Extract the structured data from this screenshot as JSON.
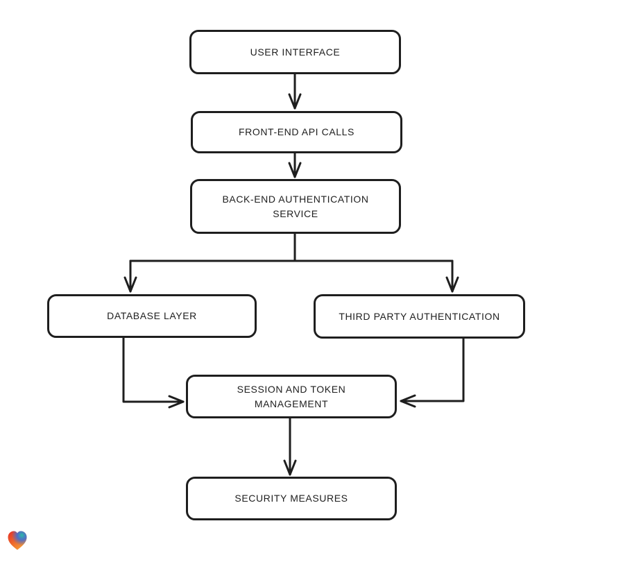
{
  "page": {
    "background_color": "#ffffff"
  },
  "diagram": {
    "type": "flowchart",
    "stroke_color": "#1e1e1e",
    "node_fill_color": "#ffffff",
    "nodes": [
      {
        "id": "user-interface",
        "label": "USER INTERFACE"
      },
      {
        "id": "front-end-api-calls",
        "label": "FRONT-END API CALLS"
      },
      {
        "id": "back-end-authentication-service",
        "label": "BACK-END AUTHENTICATION\nSERVICE"
      },
      {
        "id": "database-layer",
        "label": "DATABASE LAYER"
      },
      {
        "id": "third-party-authentication",
        "label": "THIRD PARTY AUTHENTICATION"
      },
      {
        "id": "session-and-token-management",
        "label": "SESSION AND TOKEN\nMANAGEMENT"
      },
      {
        "id": "security-measures",
        "label": "SECURITY MEASURES"
      }
    ],
    "edges": [
      {
        "from": "user-interface",
        "to": "front-end-api-calls"
      },
      {
        "from": "front-end-api-calls",
        "to": "back-end-authentication-service"
      },
      {
        "from": "back-end-authentication-service",
        "to": "database-layer"
      },
      {
        "from": "back-end-authentication-service",
        "to": "third-party-authentication"
      },
      {
        "from": "database-layer",
        "to": "session-and-token-management"
      },
      {
        "from": "third-party-authentication",
        "to": "session-and-token-management"
      },
      {
        "from": "session-and-token-management",
        "to": "security-measures"
      }
    ]
  },
  "branding": {
    "logo_icon": "heart-icon",
    "logo_colors": {
      "red": "#e63028",
      "orange": "#f6a237",
      "teal": "#2db9a8",
      "blue": "#3e6ed7"
    }
  }
}
